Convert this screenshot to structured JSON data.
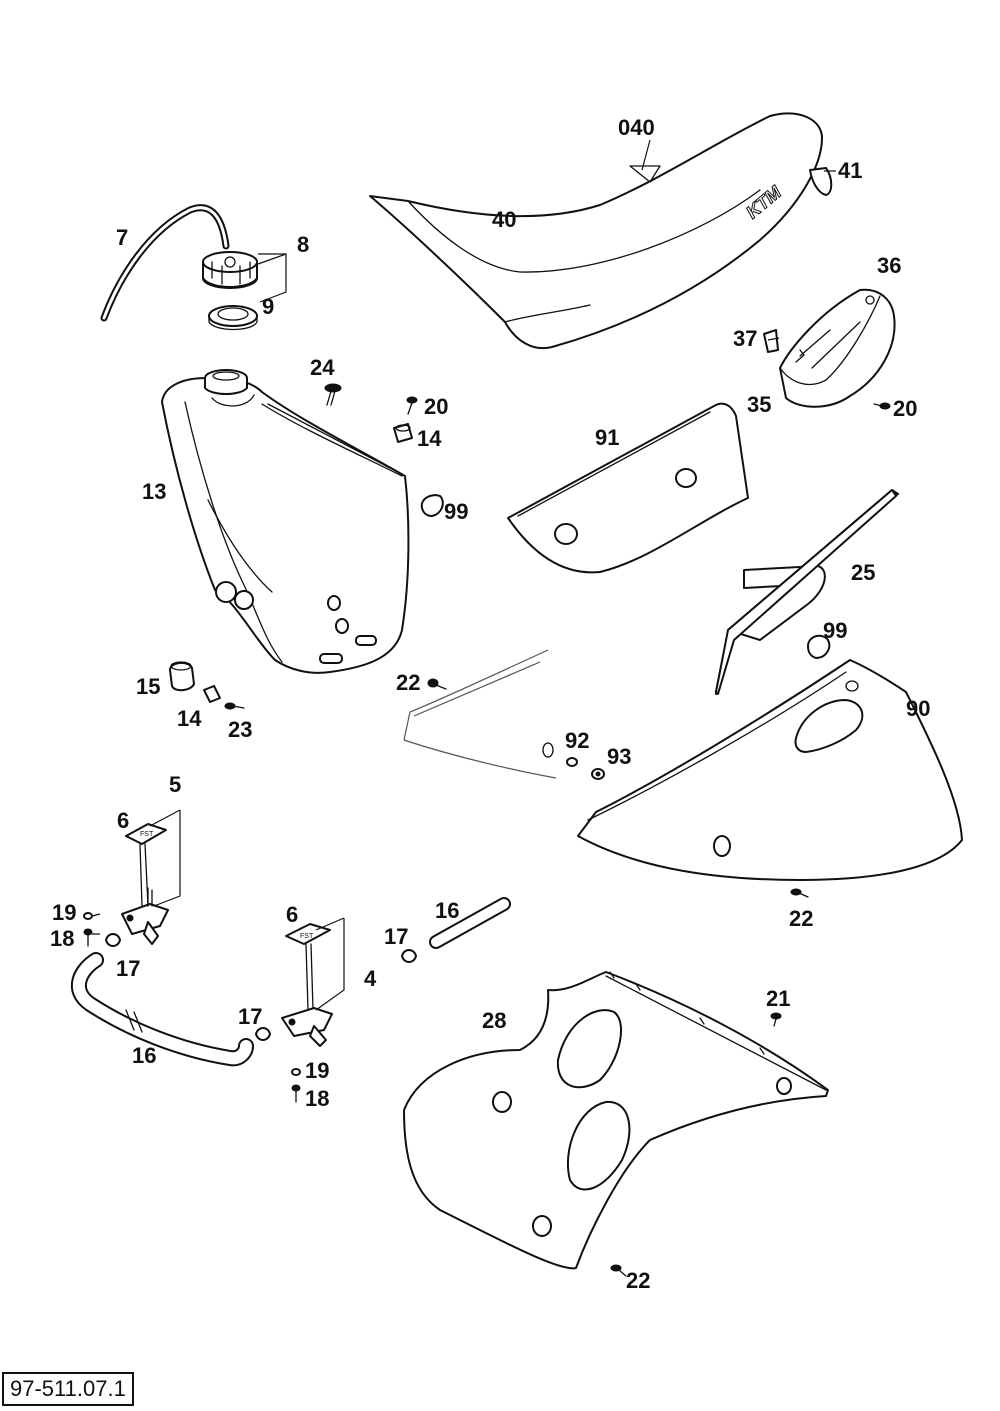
{
  "diagram": {
    "reference_number": "97-511.07.1",
    "seat_logo": "KTM",
    "callouts": {
      "p040": "040",
      "p41": "41",
      "p40": "40",
      "p7": "7",
      "p8": "8",
      "p9": "9",
      "p36": "36",
      "p37": "37",
      "p24": "24",
      "p20a": "20",
      "p35": "35",
      "p20b": "20",
      "p14a": "14",
      "p13": "13",
      "p91": "91",
      "p99a": "99",
      "p25": "25",
      "p99b": "99",
      "p15": "15",
      "p22a": "22",
      "p90": "90",
      "p14b": "14",
      "p23": "23",
      "p92": "92",
      "p93": "93",
      "p5": "5",
      "p6a": "6",
      "p16a": "16",
      "p19a": "19",
      "p6b": "6",
      "p17a": "17",
      "p22b": "22",
      "p18a": "18",
      "p17b": "17",
      "p4": "4",
      "p21": "21",
      "p28": "28",
      "p17c": "17",
      "p16b": "16",
      "p19b": "19",
      "p18b": "18",
      "p22c": "22"
    }
  }
}
